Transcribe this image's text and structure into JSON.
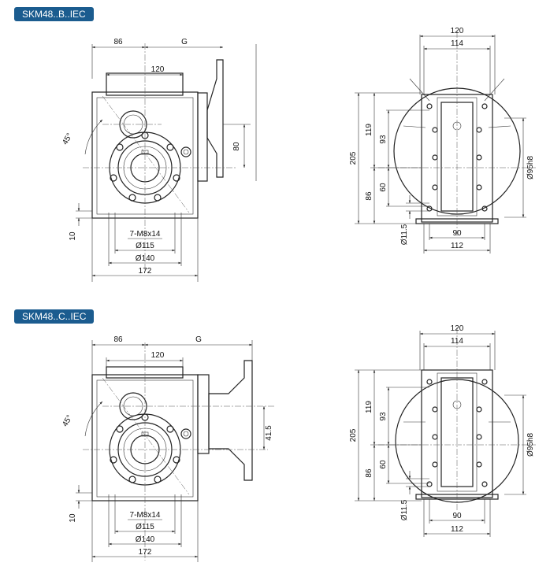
{
  "views": [
    {
      "title": "SKM48..B..IEC",
      "side": {
        "d86": "86",
        "dG": "G",
        "d120": "120",
        "d80": "80",
        "angle": "45°",
        "d10": "10",
        "thread": "7-M8x14",
        "d115": "Ø115",
        "d140": "Ø140",
        "d172": "172"
      },
      "front": {
        "d120": "120",
        "d114": "114",
        "d205": "205",
        "d119": "119",
        "d93": "93",
        "d86": "86",
        "d60": "60",
        "d95": "Ø95h8",
        "d115": "Ø11.5",
        "d90": "90",
        "d112": "112"
      }
    },
    {
      "title": "SKM48..C..IEC",
      "side": {
        "d86": "86",
        "dG": "G",
        "d120": "120",
        "d80": "41.5",
        "angle": "45°",
        "d10": "10",
        "thread": "7-M8x14",
        "d115": "Ø115",
        "d140": "Ø140",
        "d172": "172"
      },
      "front": {
        "d120": "120",
        "d114": "114",
        "d205": "205",
        "d119": "119",
        "d93": "93",
        "d86": "86",
        "d60": "60",
        "d95": "Ø95h8",
        "d115": "Ø11.5",
        "d90": "90",
        "d112": "112"
      }
    }
  ]
}
